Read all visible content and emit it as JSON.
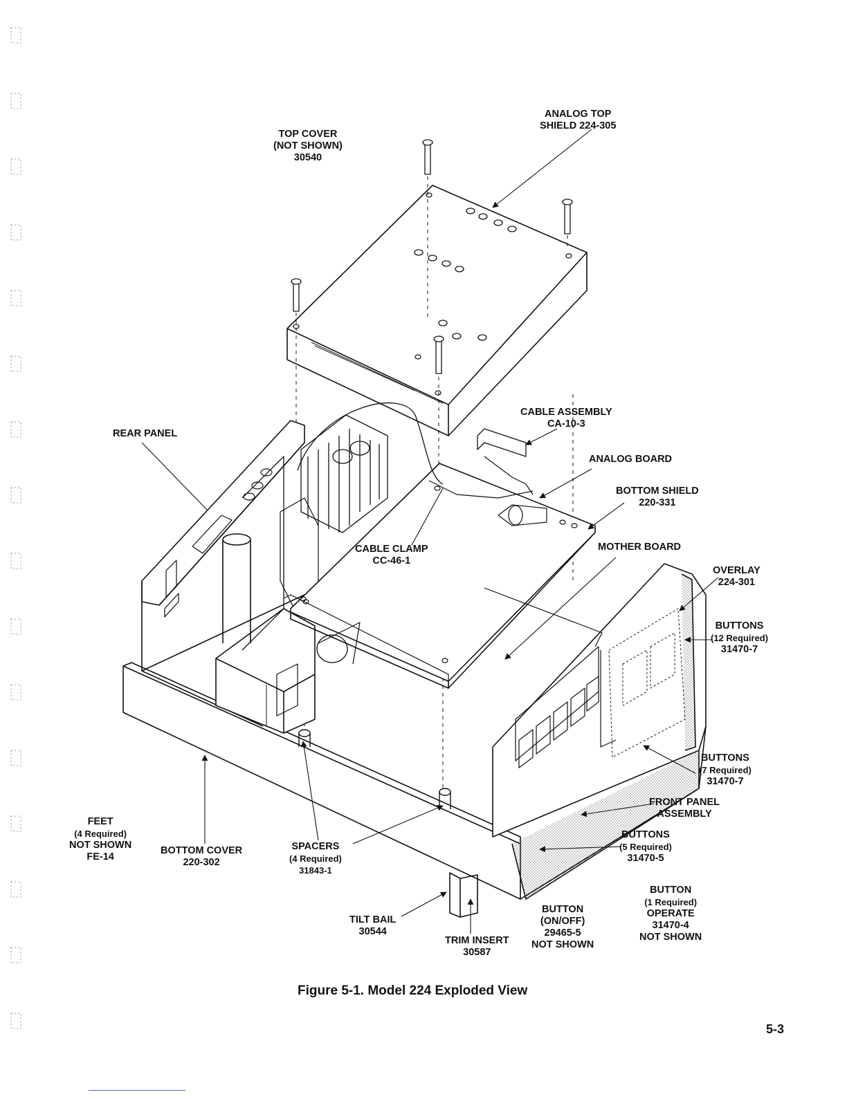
{
  "figure": {
    "caption": "Figure 5-1. Model 224 Exploded View",
    "page_number": "5-3"
  },
  "labels": {
    "analog_top_shield": [
      "ANALOG TOP",
      "SHIELD 224-305"
    ],
    "top_cover": [
      "TOP COVER",
      "(NOT SHOWN)",
      "30540"
    ],
    "rear_panel": [
      "REAR PANEL"
    ],
    "cable_assembly": [
      "CABLE ASSEMBLY",
      "CA-10-3"
    ],
    "analog_board": [
      "ANALOG BOARD"
    ],
    "bottom_shield": [
      "BOTTOM SHIELD",
      "220-331"
    ],
    "cable_clamp": [
      "CABLE CLAMP",
      "CC-46-1"
    ],
    "mother_board": [
      "MOTHER BOARD"
    ],
    "overlay": [
      "OVERLAY",
      "224-301"
    ],
    "buttons_12": [
      "BUTTONS",
      "(12 Required)",
      "31470-7"
    ],
    "buttons_7": [
      "BUTTONS",
      "(7 Required)",
      "31470-7"
    ],
    "front_panel_assembly": [
      "FRONT PANEL",
      "ASSEMBLY"
    ],
    "buttons_5": [
      "BUTTONS",
      "(5 Required)",
      "31470-5"
    ],
    "feet": [
      "FEET",
      "(4 Required)",
      "NOT SHOWN",
      "FE-14"
    ],
    "bottom_cover": [
      "BOTTOM COVER",
      "220-302"
    ],
    "spacers": [
      "SPACERS",
      "(4 Required)",
      "31843-1"
    ],
    "tilt_bail": [
      "TILT BAIL",
      "30544"
    ],
    "trim_insert": [
      "TRIM INSERT",
      "30587"
    ],
    "button_on_off": [
      "BUTTON",
      "(ON/OFF)",
      "29465-5",
      "NOT SHOWN"
    ],
    "button_operate": [
      "BUTTON",
      "(1 Required)",
      "OPERATE",
      "31470-4",
      "NOT SHOWN"
    ]
  },
  "colors": {
    "ink": "#111111",
    "stipple": "#9a9a9a"
  }
}
